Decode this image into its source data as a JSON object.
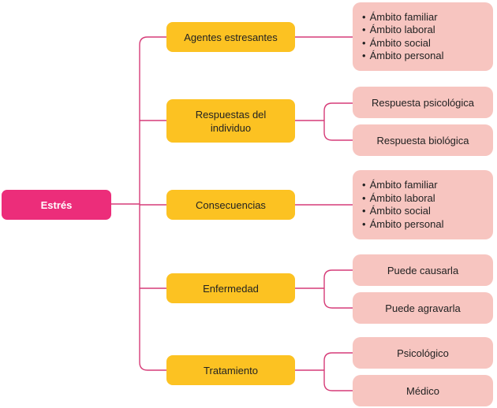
{
  "root": {
    "label": "Estrés"
  },
  "branches": [
    {
      "label": "Agentes estresantes",
      "list": [
        "Ámbito familiar",
        "Ámbito laboral",
        "Ámbito social",
        "Ámbito personal"
      ]
    },
    {
      "label": "Respuestas del individuo",
      "children": [
        "Respuesta psicológica",
        "Respuesta biológica"
      ]
    },
    {
      "label": "Consecuencias",
      "list": [
        "Ámbito familiar",
        "Ámbito laboral",
        "Ámbito social",
        "Ámbito personal"
      ]
    },
    {
      "label": "Enfermedad",
      "children": [
        "Puede causarla",
        "Puede agravarla"
      ]
    },
    {
      "label": "Tratamiento",
      "children": [
        "Psicológico",
        "Médico"
      ]
    }
  ],
  "colors": {
    "root": "#ec2d7a",
    "branch": "#fcc222",
    "leaf": "#f7c5c0",
    "connector": "#d63c78"
  }
}
